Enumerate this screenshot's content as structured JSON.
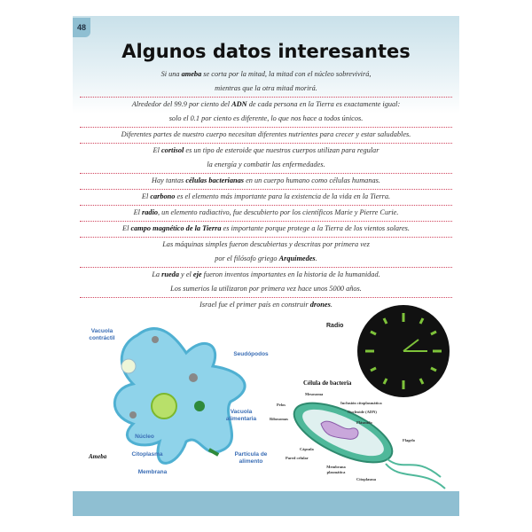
{
  "page_number": "48",
  "title": "Algunos datos interesantes",
  "facts": [
    {
      "lines": [
        [
          {
            "t": "Si una "
          },
          {
            "t": "ameba",
            "b": 1
          },
          {
            "t": " se corta por la mitad, la mitad con el núcleo sobrevivirá,"
          }
        ],
        [
          {
            "t": "mientras que la otra mitad morirá."
          }
        ]
      ]
    },
    {
      "lines": [
        [
          {
            "t": "Alrededor del 99.9 por ciento del "
          },
          {
            "t": "ADN",
            "b": 1
          },
          {
            "t": " de cada persona en la Tierra es exactamente igual:"
          }
        ],
        [
          {
            "t": "solo el 0.1 por ciento es diferente, lo que nos hace a todos únicos."
          }
        ]
      ]
    },
    {
      "lines": [
        [
          {
            "t": "Diferentes partes de nuestro cuerpo necesitan diferentes nutrientes para crecer y estar saludables."
          }
        ]
      ]
    },
    {
      "lines": [
        [
          {
            "t": "El "
          },
          {
            "t": "cortisol",
            "b": 1
          },
          {
            "t": " es un tipo de esteroide que nuestros cuerpos utilizan para regular"
          }
        ],
        [
          {
            "t": "la energía y combatir las enfermedades."
          }
        ]
      ]
    },
    {
      "lines": [
        [
          {
            "t": "Hay tantas "
          },
          {
            "t": "células bacterianas",
            "b": 1
          },
          {
            "t": " en un cuerpo humano como células humanas."
          }
        ]
      ]
    },
    {
      "lines": [
        [
          {
            "t": "El "
          },
          {
            "t": "carbono",
            "b": 1
          },
          {
            "t": " es el elemento más importante para la existencia de la vida en la Tierra."
          }
        ]
      ]
    },
    {
      "lines": [
        [
          {
            "t": "El "
          },
          {
            "t": "radio",
            "b": 1
          },
          {
            "t": ", un elemento radiactivo, fue descubierto por los científicos Marie y Pierre Curie."
          }
        ]
      ]
    },
    {
      "lines": [
        [
          {
            "t": "El "
          },
          {
            "t": "campo magnético de la Tierra",
            "b": 1
          },
          {
            "t": " es importante porque protege a la Tierra de los vientos solares."
          }
        ]
      ]
    },
    {
      "lines": [
        [
          {
            "t": "Las máquinas simples fueron descubiertas y descritas por primera vez"
          }
        ],
        [
          {
            "t": "por el filósofo griego "
          },
          {
            "t": "Arquímedes",
            "b": 1
          },
          {
            "t": "."
          }
        ]
      ]
    },
    {
      "lines": [
        [
          {
            "t": "La "
          },
          {
            "t": "rueda",
            "b": 1
          },
          {
            "t": " y el "
          },
          {
            "t": "eje",
            "b": 1
          },
          {
            "t": " fueron inventos importantes en la historia de la humanidad."
          }
        ],
        [
          {
            "t": "Los sumerios la utilizaron por primera vez hace unos 5000 años."
          }
        ]
      ]
    },
    {
      "lines": [
        [
          {
            "t": "Israel fue el primer país en construir "
          },
          {
            "t": "drones",
            "b": 1
          },
          {
            "t": "."
          }
        ]
      ]
    }
  ],
  "amoeba": {
    "caption": "Ameba",
    "labels": {
      "vacuola_contractil": "Vacuola contráctil",
      "seudopodos": "Seudópodos",
      "vacuola_alimentaria": "Vacuola alimentaria",
      "nucleo": "Núcleo",
      "citoplasma": "Citoplasma",
      "particula": "Partícula de alimento",
      "membrana": "Membrana"
    }
  },
  "radio": {
    "caption": "Radio"
  },
  "bacteria": {
    "caption": "Célula de bacteria",
    "labels": {
      "mesosoma": "Mesosoma",
      "pelos": "Pelos",
      "inclusion": "Inclusión citoplasmática",
      "nucleoide": "Nucleoide (ADN)",
      "ribosomas": "Ribosomas",
      "plasmido": "Plásmido",
      "flagelo": "Flagelo",
      "capsula": "Cápsula",
      "pared": "Pared celular",
      "membrana": "Membrana plasmática",
      "citoplasma": "Citoplasma"
    }
  }
}
